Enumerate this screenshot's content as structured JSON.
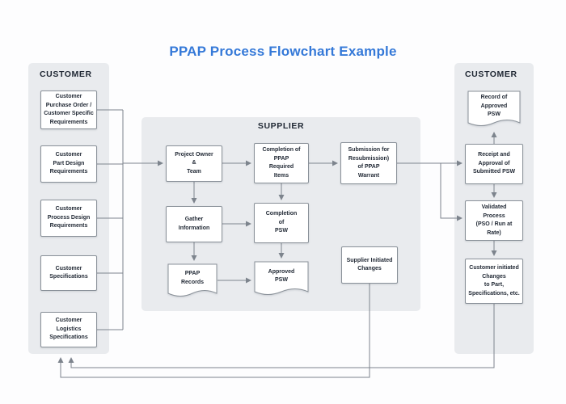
{
  "title": "PPAP Process Flowchart Example",
  "left": {
    "header": "CUSTOMER",
    "boxes": [
      {
        "label": "Customer\nPurchase Order /\nCustomer Specific\nRequirements"
      },
      {
        "label": "Customer\nPart Design\nRequirements"
      },
      {
        "label": "Customer\nProcess Design\nRequirements"
      },
      {
        "label": "Customer\nSpecifications"
      },
      {
        "label": "Customer\nLogistics\nSpecifications"
      }
    ]
  },
  "supplier": {
    "header": "SUPPLIER",
    "boxes": [
      {
        "label": "Project Owner\n&\nTeam"
      },
      {
        "label": "Completion of\nPPAP\nRequired\nItems"
      },
      {
        "label": "Submission for\nResubmission)\nof PPAP\nWarrant"
      },
      {
        "label": "Gather\nInformation"
      },
      {
        "label": "Completion\nof\nPSW"
      },
      {
        "label": "PPAP\nRecords"
      },
      {
        "label": "Approved\nPSW"
      },
      {
        "label": "Supplier Initiated\nChanges"
      }
    ]
  },
  "right": {
    "header": "CUSTOMER",
    "boxes": [
      {
        "label": "Record of\nApproved\nPSW"
      },
      {
        "label": "Receipt and\nApproval of\nSubmitted PSW"
      },
      {
        "label": "Validated\nProcess\n(PSO / Run at\nRate)"
      },
      {
        "label": "Customer initiated\nChanges\nto Part,\nSpecifications, etc."
      }
    ]
  },
  "colors": {
    "title_blue": "#3579d8",
    "panel_bg": "#e9ebee",
    "line_gray": "#7d848d",
    "box_border": "#8a9199",
    "text_dark": "#1f2733"
  }
}
